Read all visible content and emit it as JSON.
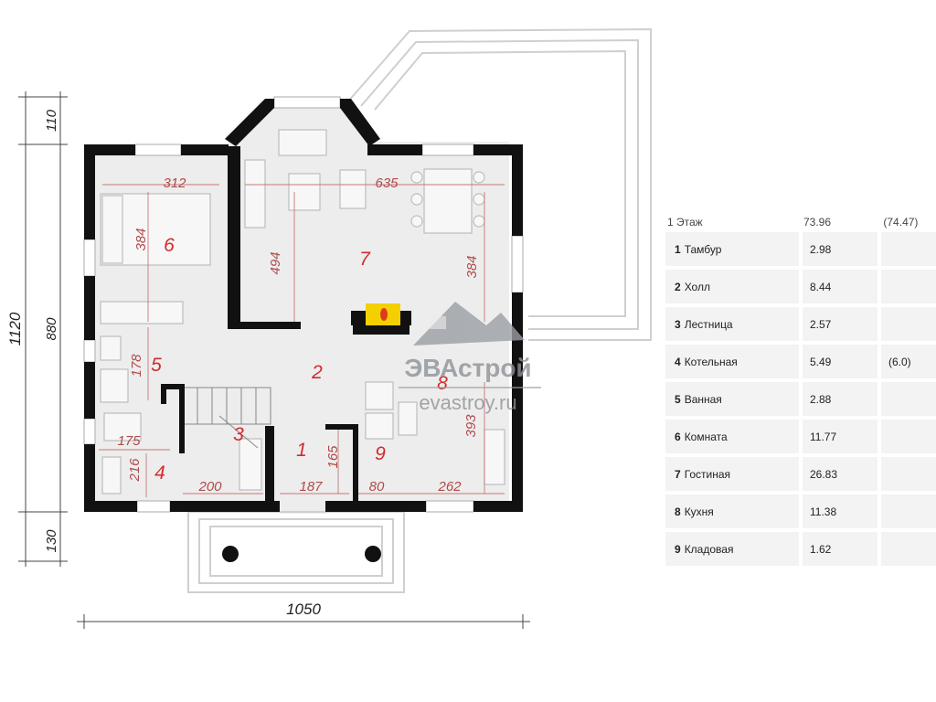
{
  "dimensions": {
    "overall_width": "1050",
    "overall_height": "1120",
    "left_880": "880",
    "left_110": "110",
    "left_130": "130",
    "d312": "312",
    "d635": "635",
    "d384a": "384",
    "d494": "494",
    "d384b": "384",
    "d178": "178",
    "d175": "175",
    "d216": "216",
    "d200": "200",
    "d187": "187",
    "d165": "165",
    "d80": "80",
    "d262": "262",
    "d393": "393"
  },
  "rooms": [
    {
      "num": "1",
      "name": "Тамбур",
      "area": "2.98",
      "extra": ""
    },
    {
      "num": "2",
      "name": "Холл",
      "area": "8.44",
      "extra": ""
    },
    {
      "num": "3",
      "name": "Лестница",
      "area": "2.57",
      "extra": ""
    },
    {
      "num": "4",
      "name": "Котельная",
      "area": "5.49",
      "extra": "(6.0)"
    },
    {
      "num": "5",
      "name": "Ванная",
      "area": "2.88",
      "extra": ""
    },
    {
      "num": "6",
      "name": "Комната",
      "area": "11.77",
      "extra": ""
    },
    {
      "num": "7",
      "name": "Гостиная",
      "area": "26.83",
      "extra": ""
    },
    {
      "num": "8",
      "name": "Кухня",
      "area": "11.38",
      "extra": ""
    },
    {
      "num": "9",
      "name": "Кладовая",
      "area": "1.62",
      "extra": ""
    }
  ],
  "floor_summary": {
    "label": "1 Этаж",
    "area": "73.96",
    "total": "(74.47)"
  },
  "watermark": {
    "name": "ЭВАстрой",
    "url": "evastroy.ru"
  },
  "colors": {
    "wall": "#111111",
    "floor": "#ededed",
    "dimension": "#b04a4a",
    "room_number": "#d12c2c",
    "fireplace": "#f4d000"
  }
}
